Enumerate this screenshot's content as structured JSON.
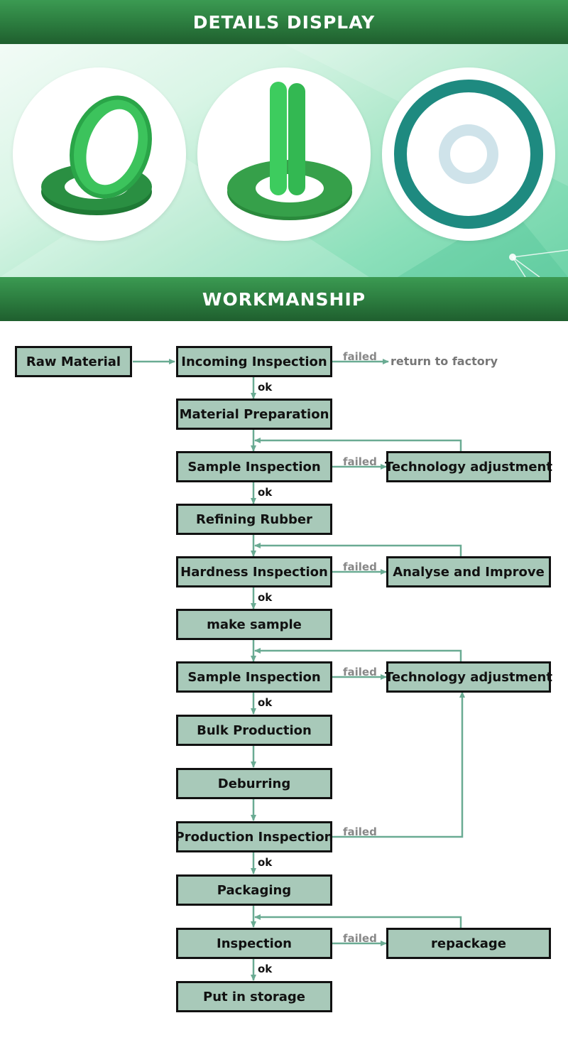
{
  "header1": {
    "title": "DETAILS DISPLAY"
  },
  "header2": {
    "title": "WORKMANSHIP"
  },
  "gallery": {
    "items": [
      {
        "name": "green-u-seal-rings"
      },
      {
        "name": "green-seal-ring-pair"
      },
      {
        "name": "teal-o-ring-with-white-ring"
      }
    ]
  },
  "flow": {
    "raw_material": "Raw Material",
    "steps": [
      "Incoming Inspection",
      "Material Preparation",
      "Sample Inspection",
      "Refining Rubber",
      "Hardness Inspection",
      "make sample",
      "Sample Inspection",
      "Bulk Production",
      "Deburring",
      "Production Inspection",
      "Packaging",
      "Inspection",
      "Put in storage"
    ],
    "side": [
      "Technology adjustment",
      "Analyse and Improve",
      "Technology adjustment",
      "repackage"
    ],
    "return_to_factory": "return to factory",
    "failed_label": "failed",
    "ok_label": "ok",
    "line_color": "#6aab93"
  }
}
